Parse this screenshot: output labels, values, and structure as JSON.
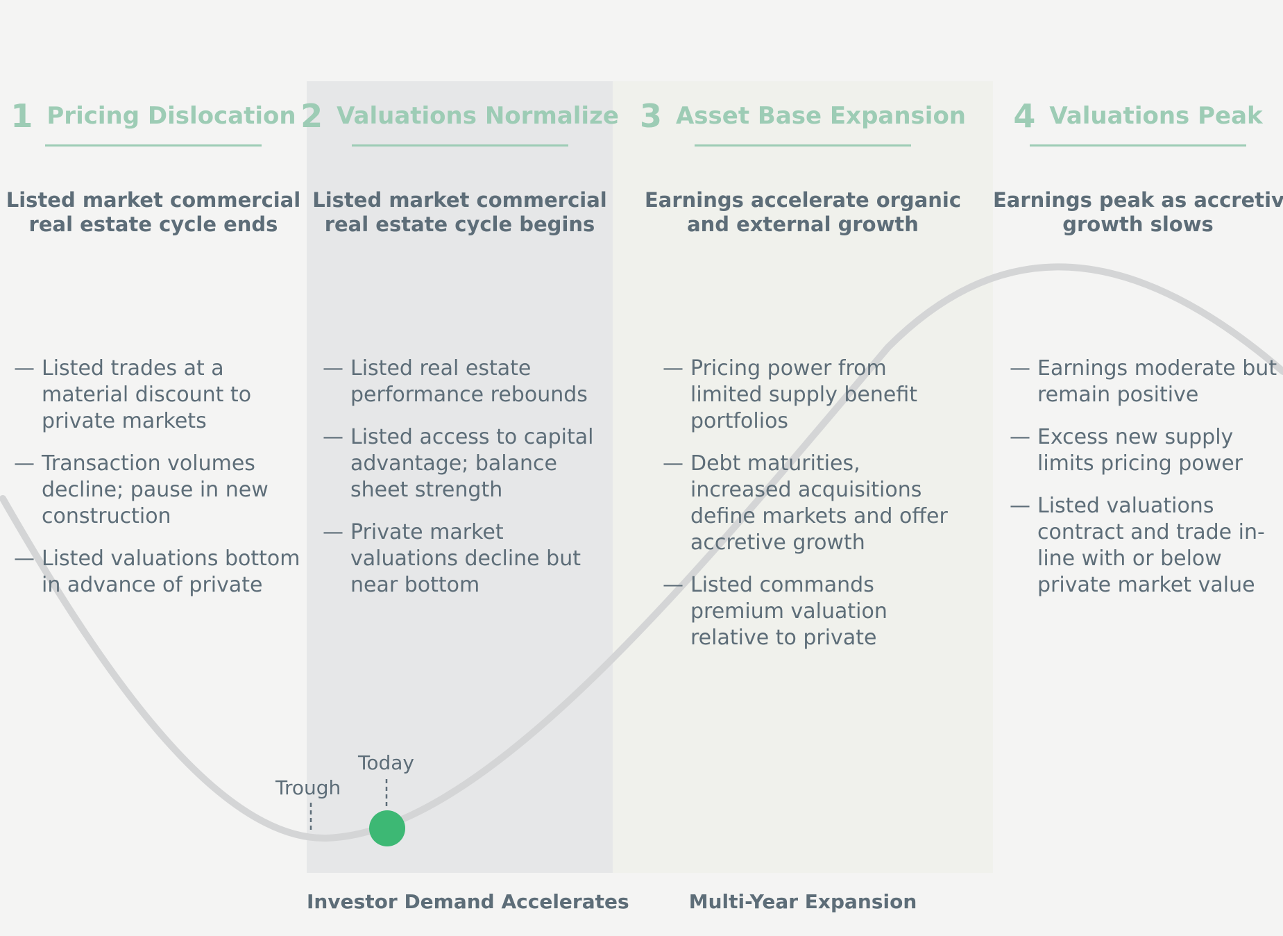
{
  "phases": [
    {
      "number": "1",
      "title": "Pricing Dislocation",
      "subtitle_line1": "Listed market commercial",
      "subtitle_line2": "real estate cycle ends",
      "bullets": [
        "Listed trades at a material discount to private markets",
        "Transaction volumes decline; pause in new construction",
        "Listed valuations bottom in advance of private"
      ]
    },
    {
      "number": "2",
      "title": "Valuations Normalize",
      "subtitle_line1": "Listed market commercial",
      "subtitle_line2": "real estate cycle begins",
      "bullets": [
        "Listed real estate performance rebounds",
        "Listed access to capital advantage; balance sheet strength",
        "Private market valuations decline but near bottom"
      ]
    },
    {
      "number": "3",
      "title": "Asset Base Expansion",
      "subtitle_line1": "Earnings accelerate organic",
      "subtitle_line2": "and external growth",
      "bullets": [
        "Pricing power from limited supply benefit portfolios",
        "Debt maturities, increased acquisitions define markets and offer accretive growth",
        "Listed commands premium valuation relative to private"
      ]
    },
    {
      "number": "4",
      "title": "Valuations Peak",
      "subtitle_line1": "Earnings peak as accretive",
      "subtitle_line2": "growth slows",
      "bullets": [
        "Earnings moderate but remain positive",
        "Excess new supply limits pricing power",
        "Listed valuations contract and trade in-line with or below private market value"
      ]
    }
  ],
  "bullet_dash": "—",
  "markers": {
    "trough": "Trough",
    "today": "Today"
  },
  "footer": {
    "phase2": "Investor Demand Accelerates",
    "phase3": "Multi-Year Expansion"
  },
  "colors": {
    "accent": "#9dccb5",
    "text": "#5d6d78",
    "curve": "#d4d5d6",
    "today_dot": "#3db874",
    "band2": "#e6e7e8",
    "band3": "#f0f1ec",
    "background": "#f4f4f3"
  }
}
